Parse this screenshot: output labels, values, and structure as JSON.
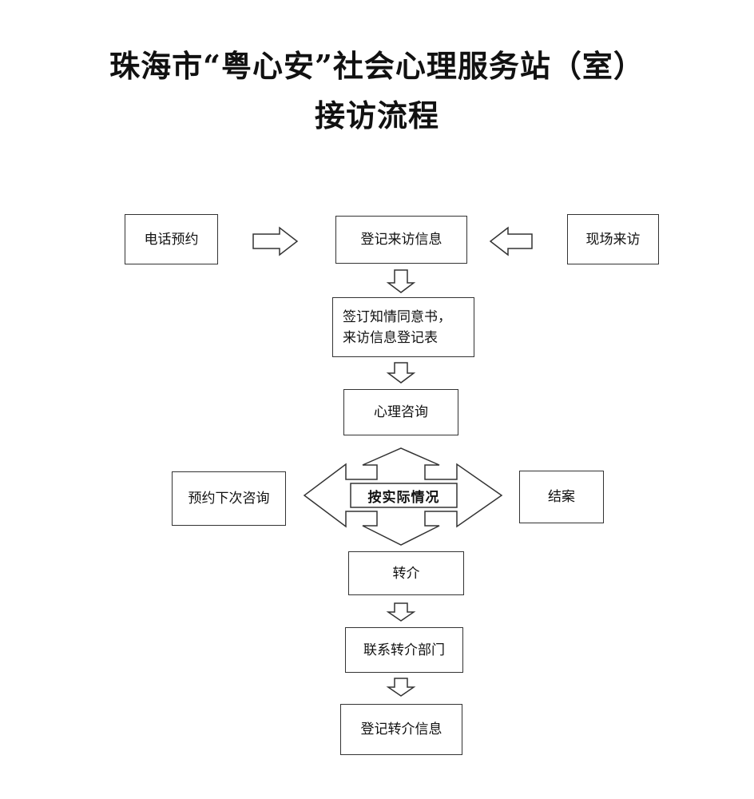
{
  "title": {
    "line1": "珠海市“粤心安”社会心理服务站（室）",
    "line2": "接访流程"
  },
  "nodes": {
    "phone_booking": "电话预约",
    "register_visit": "登记来访信息",
    "walk_in": "现场来访",
    "consent_line1": "签订知情同意书，",
    "consent_line2": "来访信息登记表",
    "counseling": "心理咨询",
    "decision": "按实际情况",
    "next_appointment": "预约下次咨询",
    "close_case": "结案",
    "referral": "转介",
    "contact_referral_dept": "联系转介部门",
    "register_referral": "登记转介信息"
  }
}
